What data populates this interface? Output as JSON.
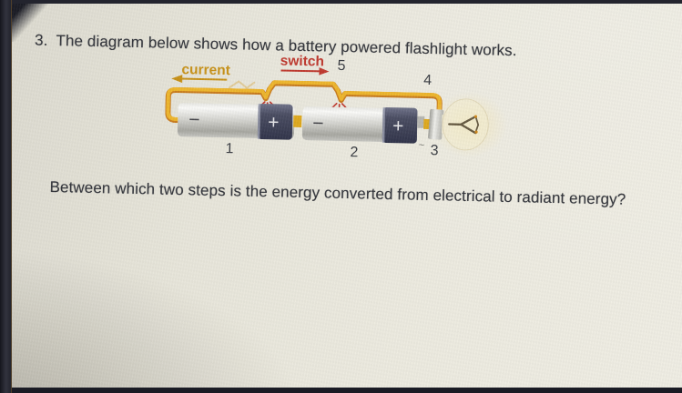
{
  "question": {
    "number": "3.",
    "text": "The diagram below shows how a battery powered flashlight works.",
    "prompt": "Between which two steps is the energy converted from electrical to radiant energy?"
  },
  "diagram": {
    "current_label": "current",
    "switch_label": "switch",
    "step_labels": {
      "s1": "1",
      "s2": "2",
      "s3": "3",
      "s4": "4",
      "s5": "5"
    },
    "mark_before_step3": "~",
    "battery1": {
      "negative_symbol": "−",
      "positive_symbol": "+"
    },
    "battery2": {
      "negative_symbol": "−",
      "positive_symbol": "+"
    },
    "colors": {
      "text": "#34363c",
      "current_text": "#c89218",
      "switch_text": "#c03a30",
      "label_text": "#3b3e44",
      "wire": "#eeb62d",
      "wire_shadow": "#c97c1e",
      "battery_cap": "#3c3f52",
      "bulb_glow": "#f3e9c4"
    }
  }
}
